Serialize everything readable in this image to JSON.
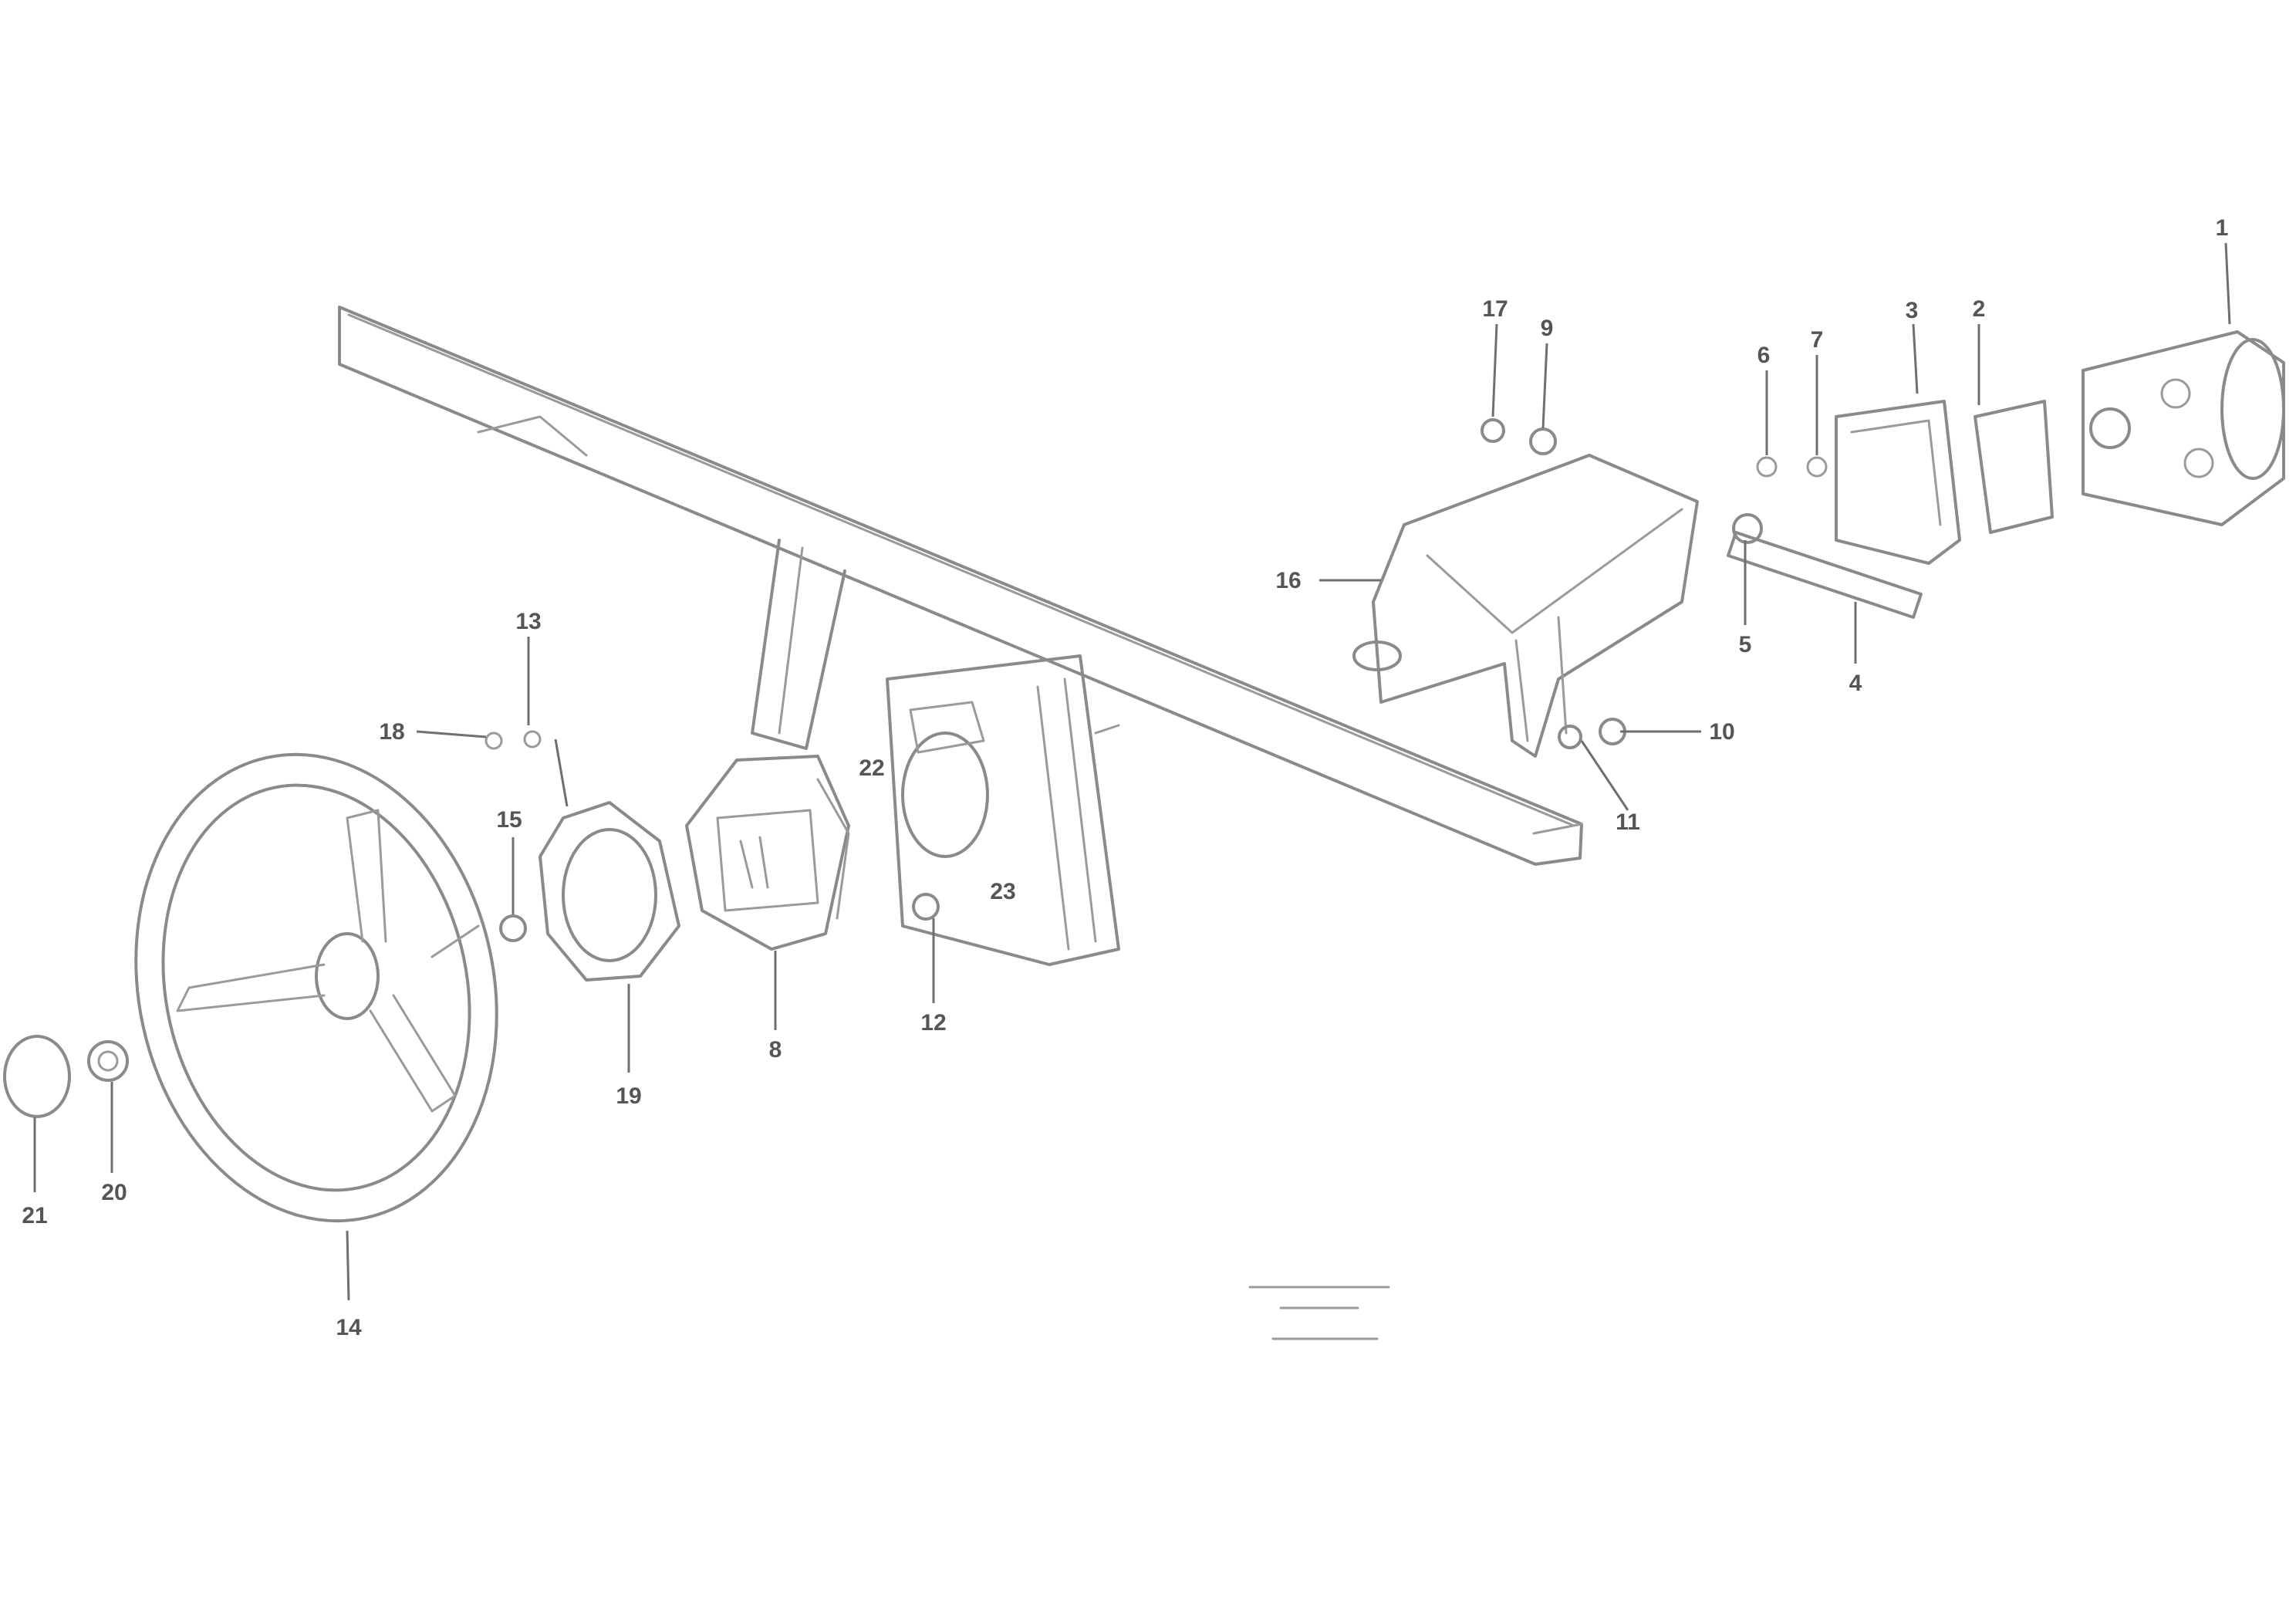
{
  "callouts": [
    {
      "id": "c1",
      "text": "1"
    },
    {
      "id": "c2",
      "text": "2"
    },
    {
      "id": "c3",
      "text": "3"
    },
    {
      "id": "c4",
      "text": "4"
    },
    {
      "id": "c5",
      "text": "5"
    },
    {
      "id": "c6",
      "text": "6"
    },
    {
      "id": "c7",
      "text": "7"
    },
    {
      "id": "c8",
      "text": "8"
    },
    {
      "id": "c9",
      "text": "9"
    },
    {
      "id": "c10",
      "text": "10"
    },
    {
      "id": "c11",
      "text": "11"
    },
    {
      "id": "c12",
      "text": "12"
    },
    {
      "id": "c13",
      "text": "13"
    },
    {
      "id": "c14",
      "text": "14"
    },
    {
      "id": "c15",
      "text": "15"
    },
    {
      "id": "c16",
      "text": "16"
    },
    {
      "id": "c17",
      "text": "17"
    },
    {
      "id": "c18",
      "text": "18"
    },
    {
      "id": "c19",
      "text": "19"
    },
    {
      "id": "c20",
      "text": "20"
    },
    {
      "id": "c21",
      "text": "21"
    },
    {
      "id": "c22",
      "text": "22"
    },
    {
      "id": "c23",
      "text": "23"
    }
  ],
  "figure_reference": {
    "line1": "",
    "line2": "",
    "line3": ""
  },
  "colors": {
    "line": "#8a8a8a",
    "text": "#555555",
    "background": "#ffffff"
  }
}
